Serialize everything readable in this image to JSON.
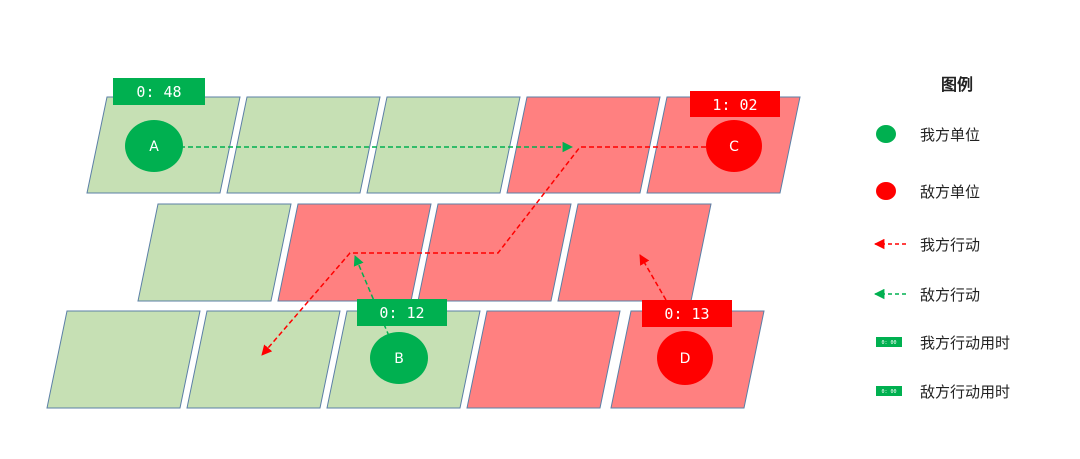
{
  "units": {
    "A": {
      "label": "A",
      "timer": "0: 48",
      "side": "ally"
    },
    "B": {
      "label": "B",
      "timer": "0: 12",
      "side": "ally"
    },
    "C": {
      "label": "C",
      "timer": "1: 02",
      "side": "enemy"
    },
    "D": {
      "label": "D",
      "timer": "0: 13",
      "side": "enemy"
    }
  },
  "tiles": {
    "row1": [
      "green",
      "green",
      "green",
      "red",
      "red"
    ],
    "row2": [
      "green",
      "red",
      "red",
      "red"
    ],
    "row3": [
      "green",
      "green",
      "green",
      "red",
      "red"
    ]
  },
  "legend": {
    "title": "图例",
    "ally_unit": "我方单位",
    "enemy_unit": "敌方单位",
    "ally_action": "我方行动",
    "enemy_action": "敌方行动",
    "ally_time": "我方行动用时",
    "enemy_time": "敌方行动用时",
    "mini_timer": "0: 00"
  },
  "colors": {
    "ally": "#00b050",
    "enemy": "#ff0000",
    "tile_green": "#c6e0b4",
    "tile_red": "#ff8080"
  }
}
